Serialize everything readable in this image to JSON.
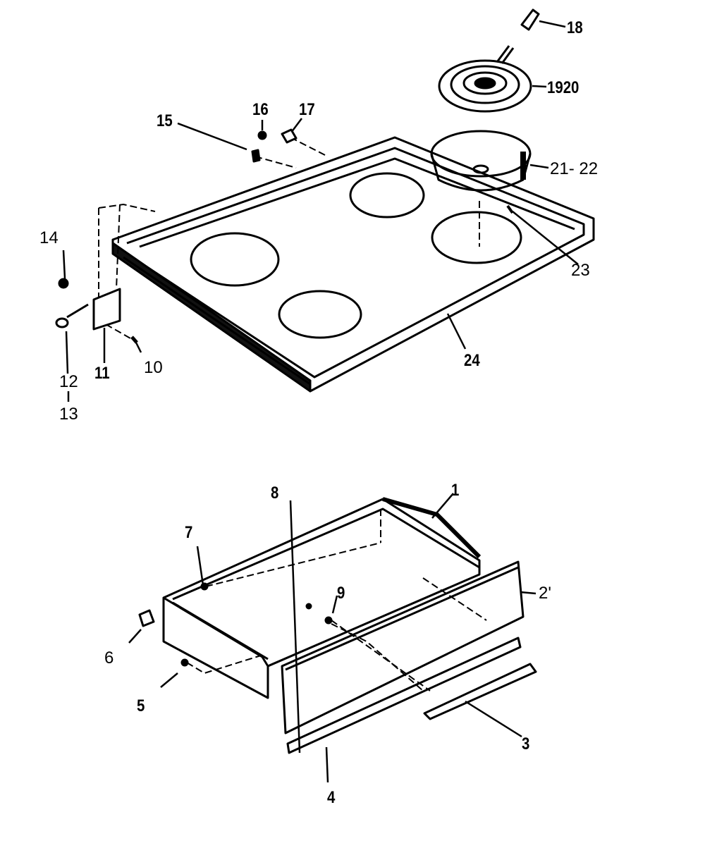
{
  "diagram": {
    "type": "exploded-parts-diagram",
    "cooktop_callouts": [
      "18",
      "1920",
      "21- 22",
      "23",
      "24",
      "15",
      "16",
      "17",
      "14",
      "12",
      "13",
      "11",
      "10"
    ],
    "drawer_callouts": [
      "1",
      "2'",
      "3",
      "4",
      "5",
      "6",
      "7",
      "8",
      "9"
    ]
  }
}
